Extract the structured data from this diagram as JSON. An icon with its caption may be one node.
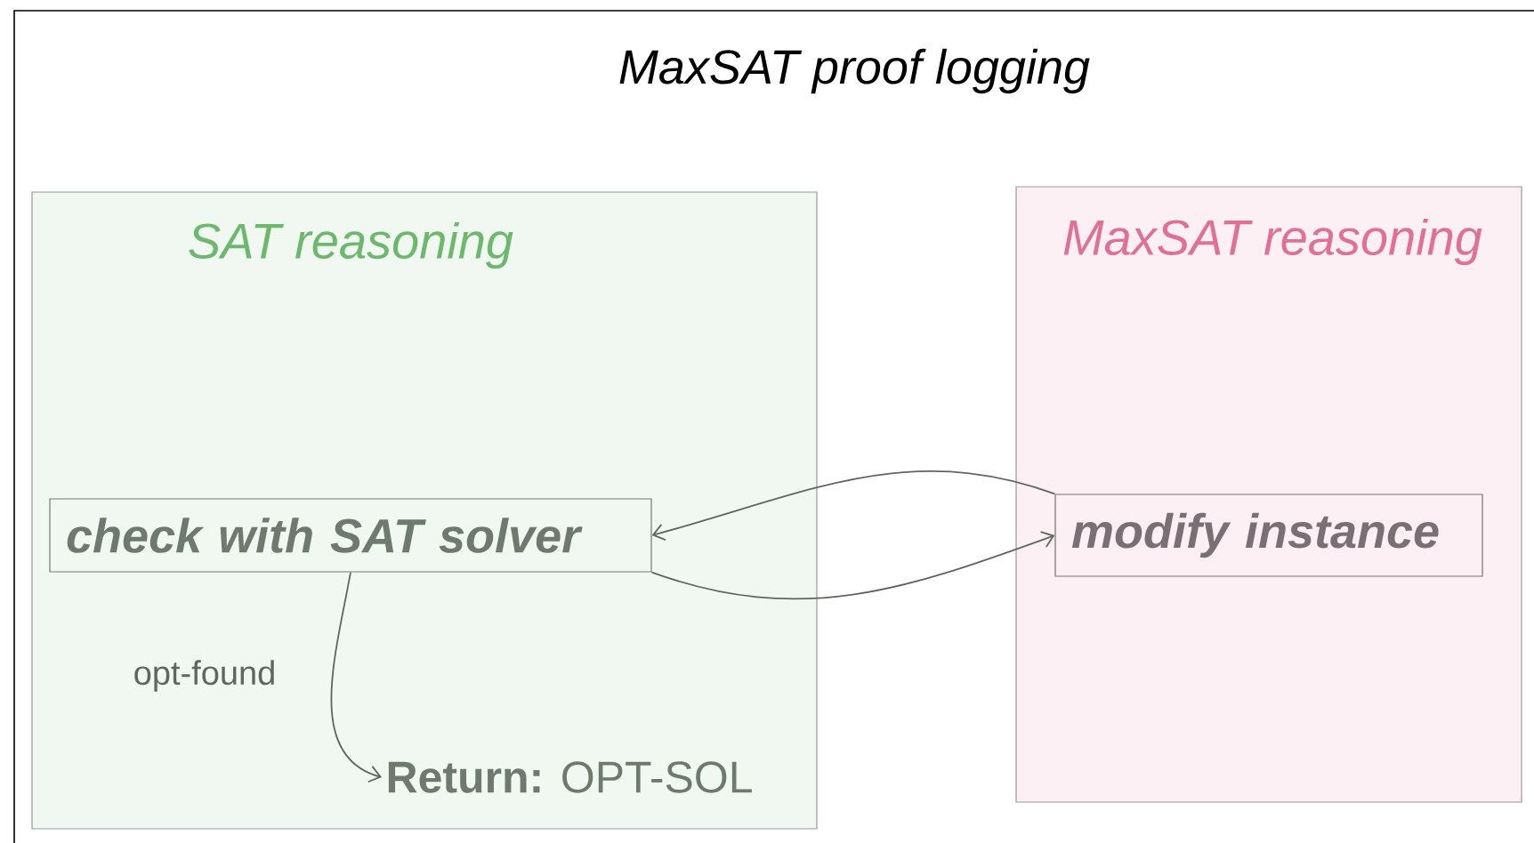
{
  "diagram": {
    "title": "MaxSAT proof logging",
    "nodes": [
      {
        "text": [
          "SAT reasoning"
        ]
      },
      {
        "text": [
          "MaxSAT reasoning"
        ]
      },
      {
        "text": [
          "check with SAT solver"
        ],
        "in": 0
      },
      {
        "text": [
          "modify instance"
        ],
        "in": 1
      },
      {
        "text": [
          "**Return:** OPT-SOL"
        ],
        "in": 0
      }
    ],
    "edges": [
      {
        "from": 3,
        "to": 2,
        "arrow": "to"
      },
      {
        "from": 2,
        "to": 3,
        "arrow": "to"
      },
      {
        "from": 2,
        "to": 4,
        "arrow": "to",
        "label": "opt-found"
      }
    ]
  }
}
